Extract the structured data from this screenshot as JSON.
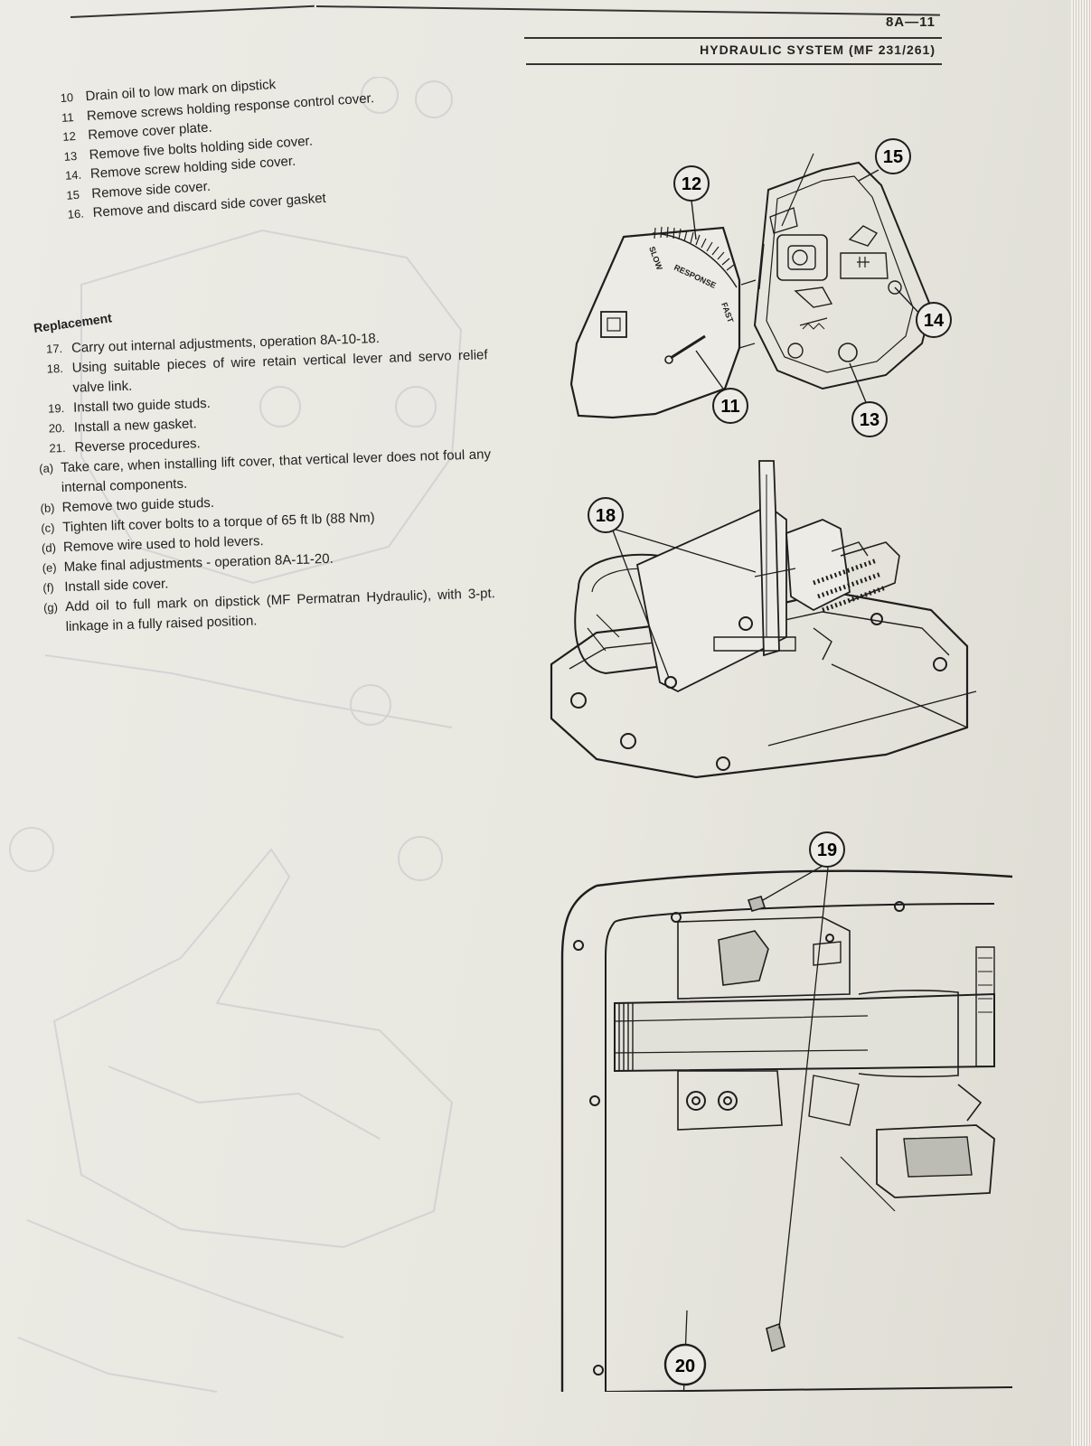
{
  "header": {
    "page_id": "8A—11",
    "title": "HYDRAULIC SYSTEM (MF 231/261)"
  },
  "removal_steps": [
    {
      "num": "10",
      "text": "Drain oil to low mark on dipstick"
    },
    {
      "num": "11",
      "text": "Remove screws holding response control cover."
    },
    {
      "num": "12",
      "text": "Remove cover plate."
    },
    {
      "num": "13",
      "text": "Remove five bolts holding side cover."
    },
    {
      "num": "14.",
      "text": "Remove screw holding side cover."
    },
    {
      "num": "15",
      "text": "Remove side cover."
    },
    {
      "num": "16.",
      "text": "Remove and discard side cover gasket"
    }
  ],
  "replacement": {
    "heading": "Replacement",
    "steps": [
      {
        "num": "17.",
        "text": "Carry out internal adjustments, operation 8A-10-18."
      },
      {
        "num": "18.",
        "text": "Using suitable pieces of wire retain vertical lever and servo relief valve link."
      },
      {
        "num": "19.",
        "text": "Install two guide studs."
      },
      {
        "num": "20.",
        "text": "Install a new gasket."
      },
      {
        "num": "21.",
        "text": "Reverse procedures."
      }
    ],
    "substeps": [
      {
        "num": "(a)",
        "text": "Take care, when installing lift cover, that vertical lever does not foul any internal components."
      },
      {
        "num": "(b)",
        "text": "Remove two guide studs."
      },
      {
        "num": "(c)",
        "text": "Tighten lift cover bolts to a torque of 65 ft lb (88 Nm)"
      },
      {
        "num": "(d)",
        "text": "Remove wire used to hold levers."
      },
      {
        "num": "(e)",
        "text": "Make final adjustments - operation 8A-11-20."
      },
      {
        "num": "(f)",
        "text": "Install side cover."
      },
      {
        "num": "(g)",
        "text": "Add oil to full mark on dipstick (MF Permatran Hydraulic), with 3-pt. linkage in a fully raised position."
      }
    ]
  },
  "figure_1": {
    "callouts": [
      "12",
      "15",
      "14",
      "11",
      "13"
    ],
    "plate_labels": {
      "slow": "SLOW",
      "response": "RESPONSE",
      "fast": "FAST"
    }
  },
  "figure_2": {
    "callouts": [
      "18"
    ]
  },
  "figure_3": {
    "callouts": [
      "19",
      "20"
    ]
  }
}
